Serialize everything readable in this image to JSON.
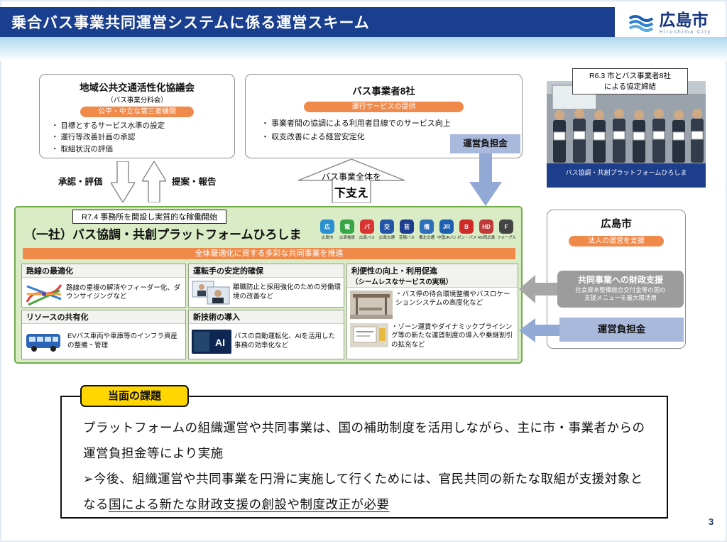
{
  "colors": {
    "header_blue": "#1b3f8f",
    "accent_orange": "#f08a4b",
    "green_fill": "#d9ecc5",
    "green_border": "#6fad49",
    "contribution_blue": "#a9b9dc",
    "arrow_blue": "#92a9d6",
    "arrow_gray": "#a6a6a6",
    "panel_gray": "#9c9c9c",
    "issue_yellow": "#ffd600"
  },
  "header": {
    "title": "乗合バス事業共同運営システムに係る運営スキーム",
    "logo_text": "広島市",
    "logo_subtext": "Hiroshima City"
  },
  "council_box": {
    "title": "地域公共交通活性化協議会",
    "subtitle": "（バス事業分科会）",
    "badge": "公平・中立な第三者機関",
    "bullets": [
      "・ 目標とするサービス水準の設定",
      "・ 運行等改善計画の承認",
      "・ 取組状況の評価"
    ]
  },
  "operators_box": {
    "title": "バス事業者8社",
    "badge": "運行サービスの提供",
    "bullets": [
      "・ 事業者間の協調による利用者目線でのサービス向上",
      "・ 収支改善による経営安定化"
    ],
    "contribution_label": "運営負担金"
  },
  "photo": {
    "caption": "R6.3 市とバス事業者8社\nによる協定締結",
    "banner_text": "バス協調・共創プラットフォームひろしま"
  },
  "flow_labels": {
    "approve": "承認・評価",
    "propose": "提案・報告",
    "support_line1": "バス事業全体を",
    "support_line2": "下支え"
  },
  "platform_box": {
    "tag": "R7.4 事務所を開設し実質的な稼働開始",
    "title": "（一社）バス協調・共創プラットフォームひろしま",
    "banner": "全体最適化に資する多彩な共同事業を推進",
    "ai_icon_label": "AI",
    "members": [
      {
        "label": "広島市",
        "glyph": "広",
        "color": "#2a8fd0"
      },
      {
        "label": "広島電鉄",
        "glyph": "電",
        "color": "#3aa546"
      },
      {
        "label": "広島バス",
        "glyph": "バ",
        "color": "#d93434"
      },
      {
        "label": "広島交通",
        "glyph": "交",
        "color": "#2456a8"
      },
      {
        "label": "芸陽バス",
        "glyph": "芸",
        "color": "#1c3e8e"
      },
      {
        "label": "備北交通",
        "glyph": "備",
        "color": "#2d6fb8"
      },
      {
        "label": "中国JRバス",
        "glyph": "JR",
        "color": "#1d5fb0"
      },
      {
        "label": "ボン・バス",
        "glyph": "B",
        "color": "#cf2b2b"
      },
      {
        "label": "HD西広島",
        "glyph": "HD",
        "color": "#c03a3a"
      },
      {
        "label": "フォーブル",
        "glyph": "F",
        "color": "#444444"
      }
    ],
    "cards": [
      {
        "title": "路線の最適化",
        "body": "路線の重複の解消やフィーダー化、ダウンサイジングなど"
      },
      {
        "title": "運転手の安定的確保",
        "body": "離職防止と採用強化のための労働環境の改善など"
      },
      {
        "title": "利便性の向上・利用促進",
        "subtitle": "（シームレスなサービスの実現）",
        "bullets": [
          "・バス停の待合環境整備やバスロケーションシステムの高度化など",
          "・ゾーン運賃やダイナミックプライシング等の新たな運賃制度の導入や乗継割引の拡充など"
        ]
      },
      {
        "title": "リソースの共有化",
        "body": "EVバス車両や車庫等のインフラ資産の整備・管理"
      },
      {
        "title": "新技術の導入",
        "body": "バスの自動運転化、AIを活用した事務の効率化など"
      }
    ]
  },
  "city_box": {
    "title": "広島市",
    "badge": "法人の運営を支援",
    "support_title": "共同事業への財政支援",
    "support_note": "社会資本整備総合交付金等の国の\n支援メニューを最大限活用",
    "contribution_label": "運営負担金"
  },
  "issues": {
    "badge": "当面の課題",
    "line1": "プラットフォームの組織運営や共同事業は、国の補助制度を活用しながら、主に市・事業者からの運営負担金等により実施",
    "line2_prefix": "➢今後、組織運営や共同事業を円滑に実施して行くためには、官民共同の新たな取組が支援対象となる",
    "line2_underline": "国による新たな財政支援の創設や制度改正が必要"
  },
  "page_number": "3"
}
